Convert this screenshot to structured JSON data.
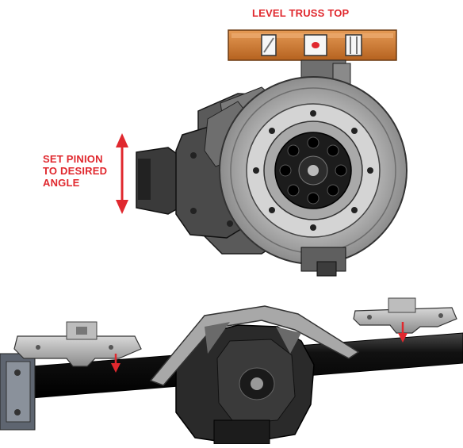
{
  "labels": {
    "level_truss_top": "LEVEL TRUSS TOP",
    "set_pinion_lines": [
      "SET PINION",
      "TO DESIRED",
      "ANGLE"
    ]
  },
  "colors": {
    "annotation": "#e0282e",
    "truss_orange": "#d27a3a",
    "metal_dark": "#2a2a2a",
    "metal_mid": "#7a7a7a",
    "metal_light": "#cfcfcf"
  },
  "icons": {
    "level_arrow": "double-arrow-vertical-icon",
    "drop_arrow": "arrow-down-icon"
  }
}
